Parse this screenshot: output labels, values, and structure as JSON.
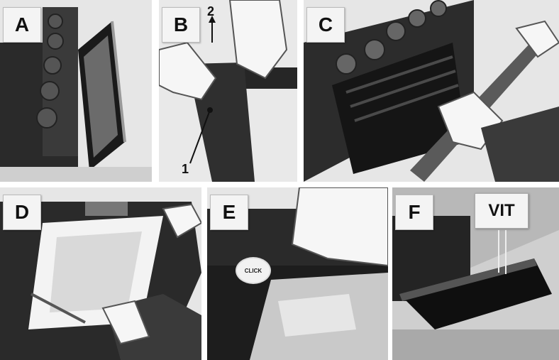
{
  "panels": [
    {
      "id": "A",
      "label": "A"
    },
    {
      "id": "B",
      "label": "B",
      "marker_up": "2",
      "marker_down": "1"
    },
    {
      "id": "C",
      "label": "C"
    },
    {
      "id": "D",
      "label": "D"
    },
    {
      "id": "E",
      "label": "E",
      "badge": "CLICK"
    },
    {
      "id": "F",
      "label": "F",
      "callout": "VIT"
    }
  ]
}
